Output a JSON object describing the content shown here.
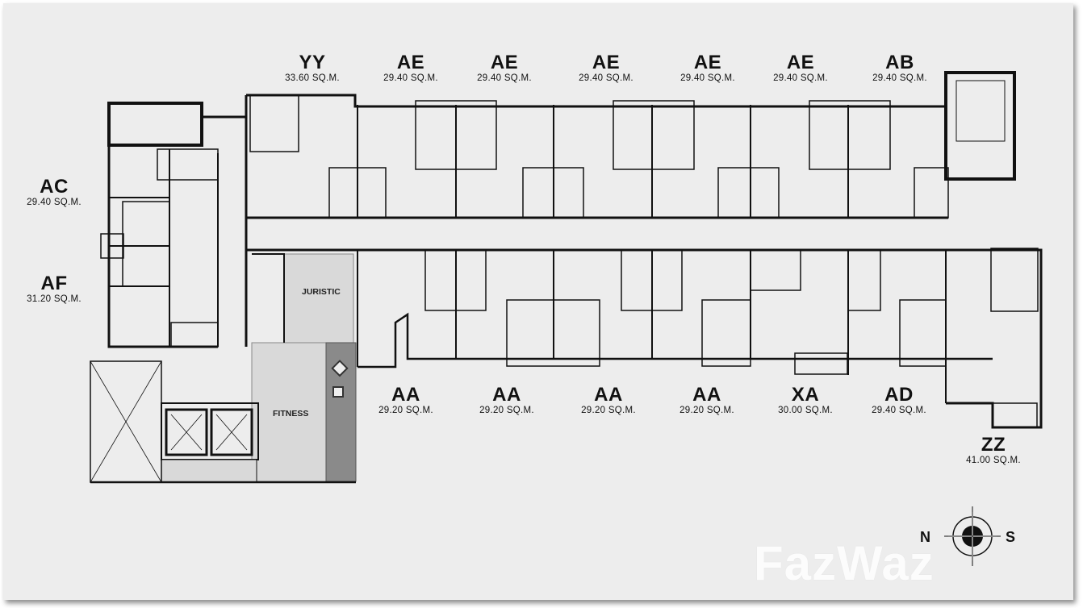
{
  "units": [
    {
      "id": "yy",
      "code": "YY",
      "area": "33.60 SQ.M."
    },
    {
      "id": "ae1",
      "code": "AE",
      "area": "29.40 SQ.M."
    },
    {
      "id": "ae2",
      "code": "AE",
      "area": "29.40 SQ.M."
    },
    {
      "id": "ae3",
      "code": "AE",
      "area": "29.40 SQ.M."
    },
    {
      "id": "ae4",
      "code": "AE",
      "area": "29.40 SQ.M."
    },
    {
      "id": "ae5",
      "code": "AE",
      "area": "29.40 SQ.M."
    },
    {
      "id": "ab",
      "code": "AB",
      "area": "29.40 SQ.M."
    },
    {
      "id": "ac",
      "code": "AC",
      "area": "29.40 SQ.M."
    },
    {
      "id": "af",
      "code": "AF",
      "area": "31.20 SQ.M."
    },
    {
      "id": "aa1",
      "code": "AA",
      "area": "29.20 SQ.M."
    },
    {
      "id": "aa2",
      "code": "AA",
      "area": "29.20 SQ.M."
    },
    {
      "id": "aa3",
      "code": "AA",
      "area": "29.20 SQ.M."
    },
    {
      "id": "aa4",
      "code": "AA",
      "area": "29.20 SQ.M."
    },
    {
      "id": "xa",
      "code": "XA",
      "area": "30.00 SQ.M."
    },
    {
      "id": "ad",
      "code": "AD",
      "area": "29.40 SQ.M."
    },
    {
      "id": "zz",
      "code": "ZZ",
      "area": "41.00 SQ.M."
    }
  ],
  "rooms": {
    "juristic": "JURISTIC",
    "fitness": "FITNESS"
  },
  "compass": {
    "north": "N",
    "south": "S",
    "icon": "compass-rose-icon"
  },
  "watermark": "FazWaz",
  "colors": {
    "background": "#ededed",
    "wall": "#111111",
    "room_fill": "#d9d9d9",
    "deck": "#8a8a8a"
  }
}
